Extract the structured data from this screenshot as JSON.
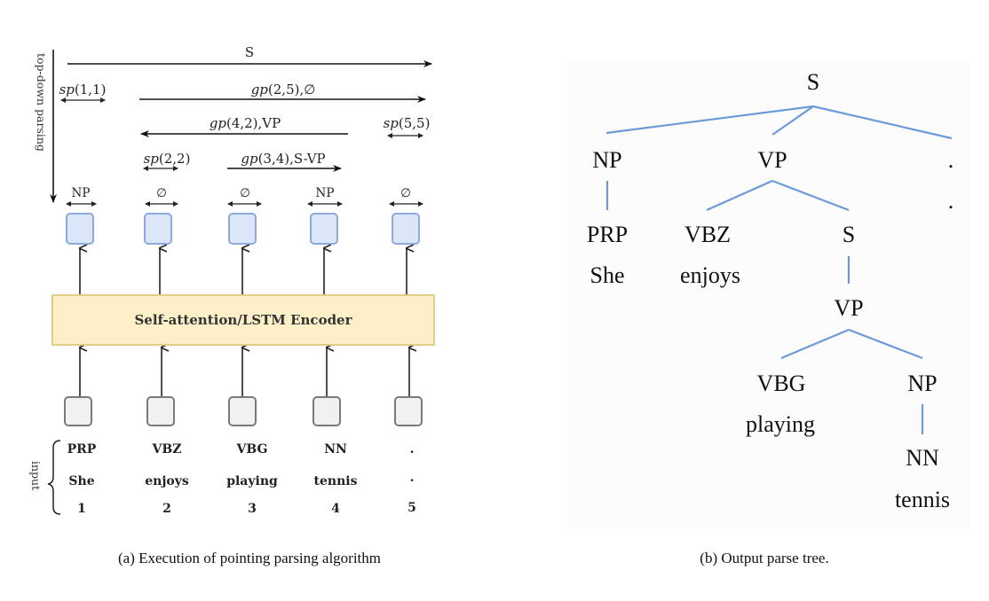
{
  "figure_a": {
    "caption": "(a) Execution of pointing parsing algorithm",
    "axis_label": "top-down parsing",
    "input_label": "input",
    "top_span_label": "S",
    "pointer_steps": [
      {
        "fn": "sp",
        "args": "(1,1)",
        "suffix": ""
      },
      {
        "fn": "gp",
        "args": "(2,5)",
        "suffix": ",∅"
      },
      {
        "fn": "gp",
        "args": "(4,2)",
        "suffix": ",VP"
      },
      {
        "fn": "sp",
        "args": "(5,5)",
        "suffix": ""
      },
      {
        "fn": "sp",
        "args": "(2,2)",
        "suffix": ""
      },
      {
        "fn": "gp",
        "args": "(3,4)",
        "suffix": ",S-VP"
      }
    ],
    "output_labels": [
      "NP",
      "∅",
      "∅",
      "NP",
      "∅"
    ],
    "encoder_label": "Self-attention/LSTM Encoder",
    "tokens": [
      {
        "tag": "PRP",
        "word": "She",
        "index": "1"
      },
      {
        "tag": "VBZ",
        "word": "enjoys",
        "index": "2"
      },
      {
        "tag": "VBG",
        "word": "playing",
        "index": "3"
      },
      {
        "tag": "NN",
        "word": "tennis",
        "index": "4"
      },
      {
        "tag": ".",
        "word": ".",
        "index": "5"
      }
    ],
    "colors": {
      "output_box_fill": "#dbe6f8",
      "output_box_border": "#8eaadb",
      "input_box_fill": "#f1f1f1",
      "encoder_fill": "#fdf0c8",
      "encoder_border": "#e3cc8a"
    }
  },
  "figure_b": {
    "caption": "(b) Output parse tree.",
    "edge_color": "#6a9bd8",
    "nodes": {
      "root": "S",
      "np": "NP",
      "vp": "VP",
      "punct_tag": ".",
      "punct_word": ".",
      "prp": "PRP",
      "she": "She",
      "vbz": "VBZ",
      "enjoys": "enjoys",
      "s2": "S",
      "vp2": "VP",
      "vbg": "VBG",
      "playing": "playing",
      "np2": "NP",
      "nn": "NN",
      "tennis": "tennis"
    }
  }
}
